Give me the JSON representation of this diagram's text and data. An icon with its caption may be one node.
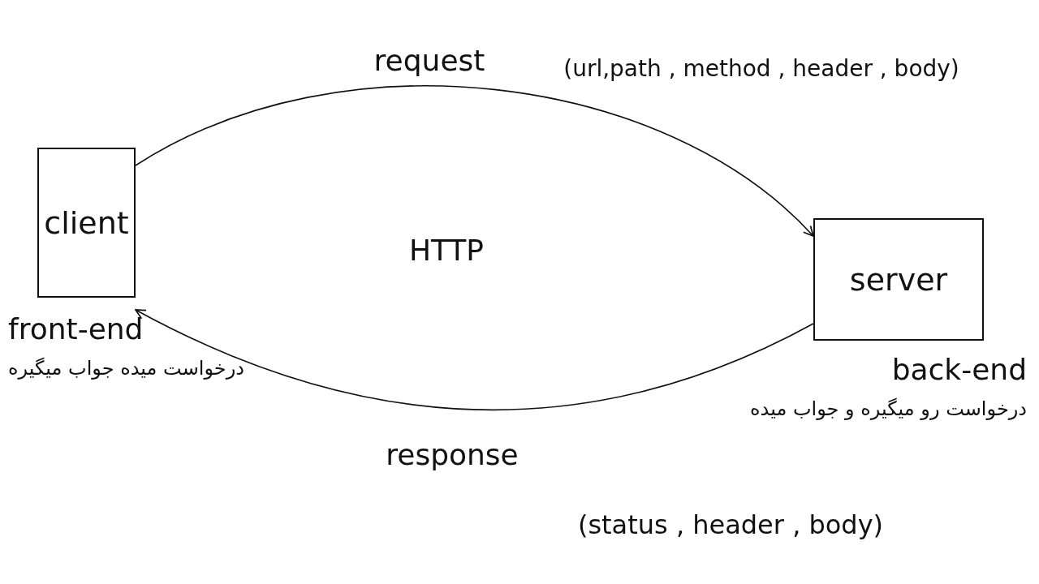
{
  "diagram": {
    "nodes": [
      {
        "text": [
          "client"
        ],
        "beside": [
          "front-end",
          "درخواست میده جواب میگیره"
        ]
      },
      {
        "text": [
          "server"
        ],
        "beside": [
          "back-end",
          "درخواست رو میگیره و جواب میده"
        ]
      }
    ],
    "edges": [
      {
        "from": 0,
        "to": 1,
        "arrow": "to",
        "label": "request"
      },
      {
        "from": 1,
        "to": 0,
        "arrow": "to",
        "label": "response"
      }
    ],
    "labels": [
      "(url,path , method , header , body)",
      "HTTP",
      "(status , header , body)"
    ]
  }
}
